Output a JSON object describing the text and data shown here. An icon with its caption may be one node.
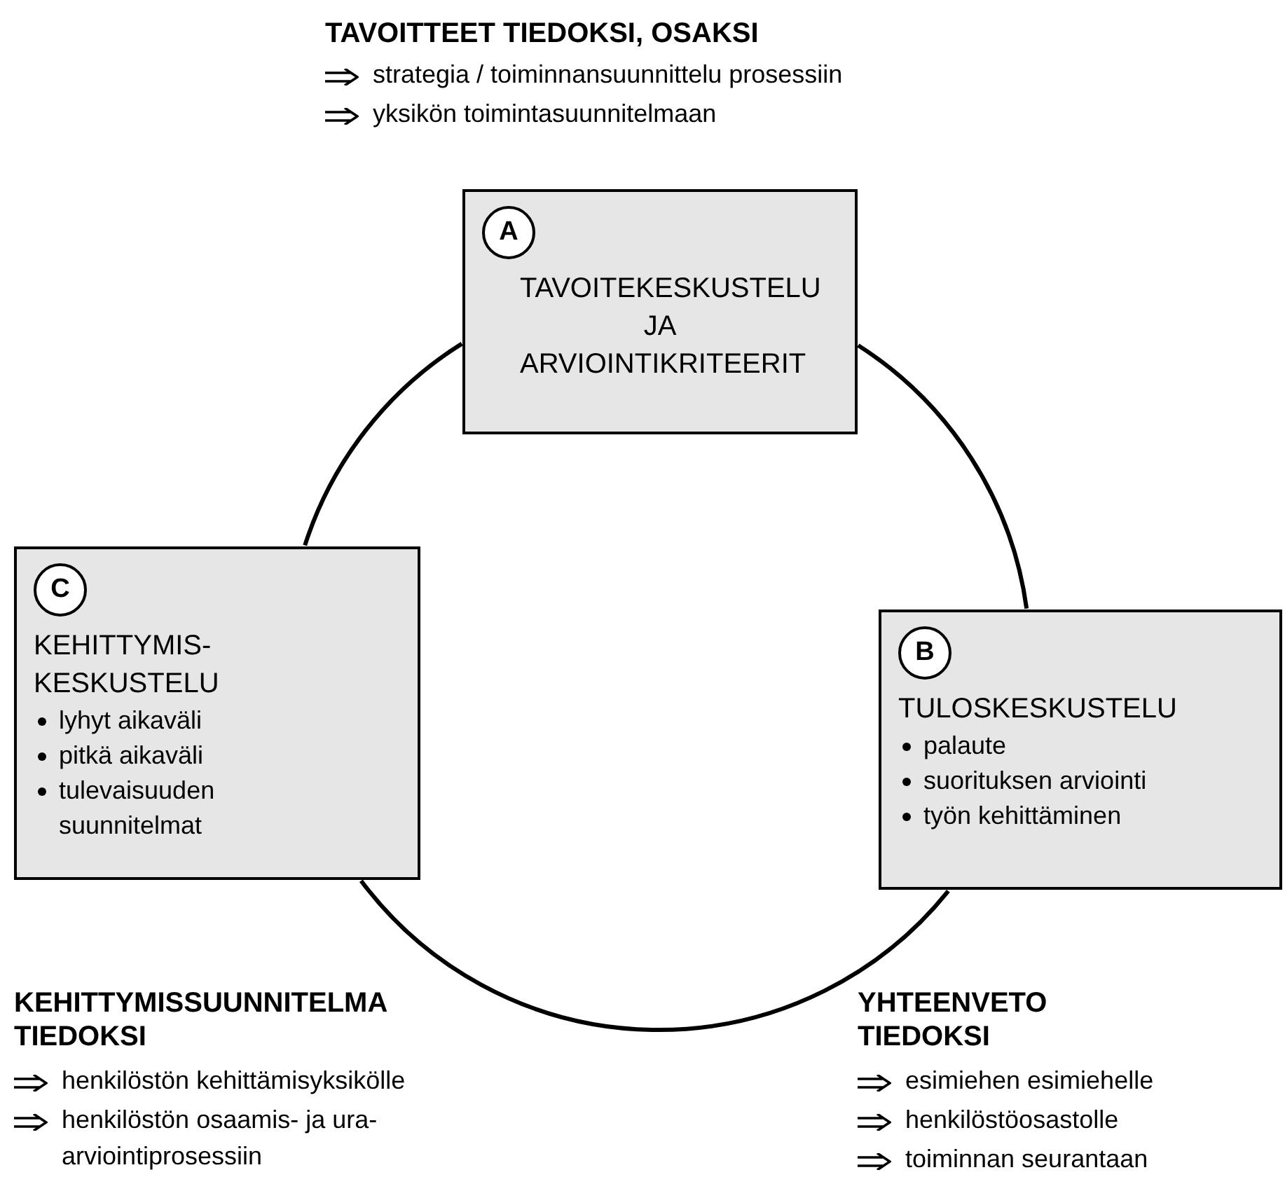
{
  "diagram": {
    "nodes": [
      {
        "text": [
          "A",
          "TAVOITEKESKUSTELU JA ARVIOINTIKRITEERIT"
        ]
      },
      {
        "text": [
          "B",
          "TULOSKESKUSTELU",
          "palaute",
          "suorituksen arviointi",
          "työn kehittäminen"
        ]
      },
      {
        "text": [
          "C",
          "KEHITTYMIS- KESKUSTELU",
          "lyhyt aikaväli",
          "pitkä aikaväli",
          "tulevaisuuden suunnitelmat"
        ]
      }
    ],
    "edges": [
      {
        "from": 0,
        "to": 1,
        "arrow": "none"
      },
      {
        "from": 1,
        "to": 2,
        "arrow": "none"
      },
      {
        "from": 2,
        "to": 0,
        "arrow": "none"
      }
    ],
    "labels": [
      "TAVOITTEET TIEDOKSI, OSAKSI",
      "strategia / toiminnansuunnittelu prosessiin",
      "yksikön toimintasuunnitelmaan",
      "KEHITTYMISSUUNNITELMA TIEDOKSI",
      "henkilöstön kehittämisyksikölle",
      "henkilöstön osaamis- ja ura-arviointiprosessiin",
      "YHTEENVETO TIEDOKSI",
      "esimiehen esimiehelle",
      "henkilöstöosastolle",
      "toiminnan seurantaan"
    ]
  }
}
